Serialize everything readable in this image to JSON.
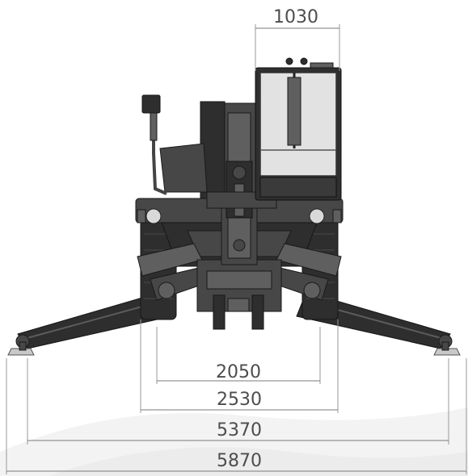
{
  "dimensions": {
    "cab_width": "1030",
    "inner_track": "2050",
    "outer_track": "2530",
    "stabilizer_pads_inner": "5370",
    "stabilizer_span_total": "5870"
  },
  "colors": {
    "machine_dark": "#2e2e2e",
    "cab_panel": "#e2e2e2",
    "dimension_text": "#4d4d4d"
  }
}
